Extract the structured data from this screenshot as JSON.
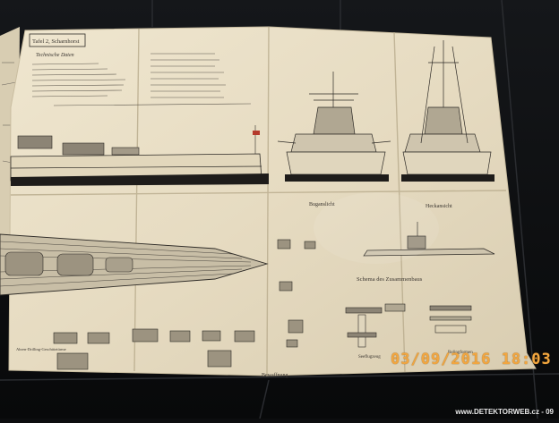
{
  "photo": {
    "subject": "folded technical drawing",
    "date_stamp": "03/09/2016 18:03",
    "watermark": "www.DETEKTORWEB.cz - 09"
  },
  "drawing": {
    "plate_title": "Tafel 2, Scharnhorst",
    "data_heading": "Technische Daten",
    "view_bow": "Buganslicht",
    "view_stern": "Heckansicht",
    "scheme_title": "Schema des Zusammenbaus",
    "armament_title": "Bewaffnung",
    "seaplane_label": "Seeflugzeug",
    "railing_label": "Relingformen",
    "turret_label": "Ahren-Drilling-Geschütztürme"
  },
  "colors": {
    "background": "#0c0d0f",
    "paper": "#e9dfc7",
    "ink": "#2d2a26",
    "stamp": "#f2a640"
  }
}
